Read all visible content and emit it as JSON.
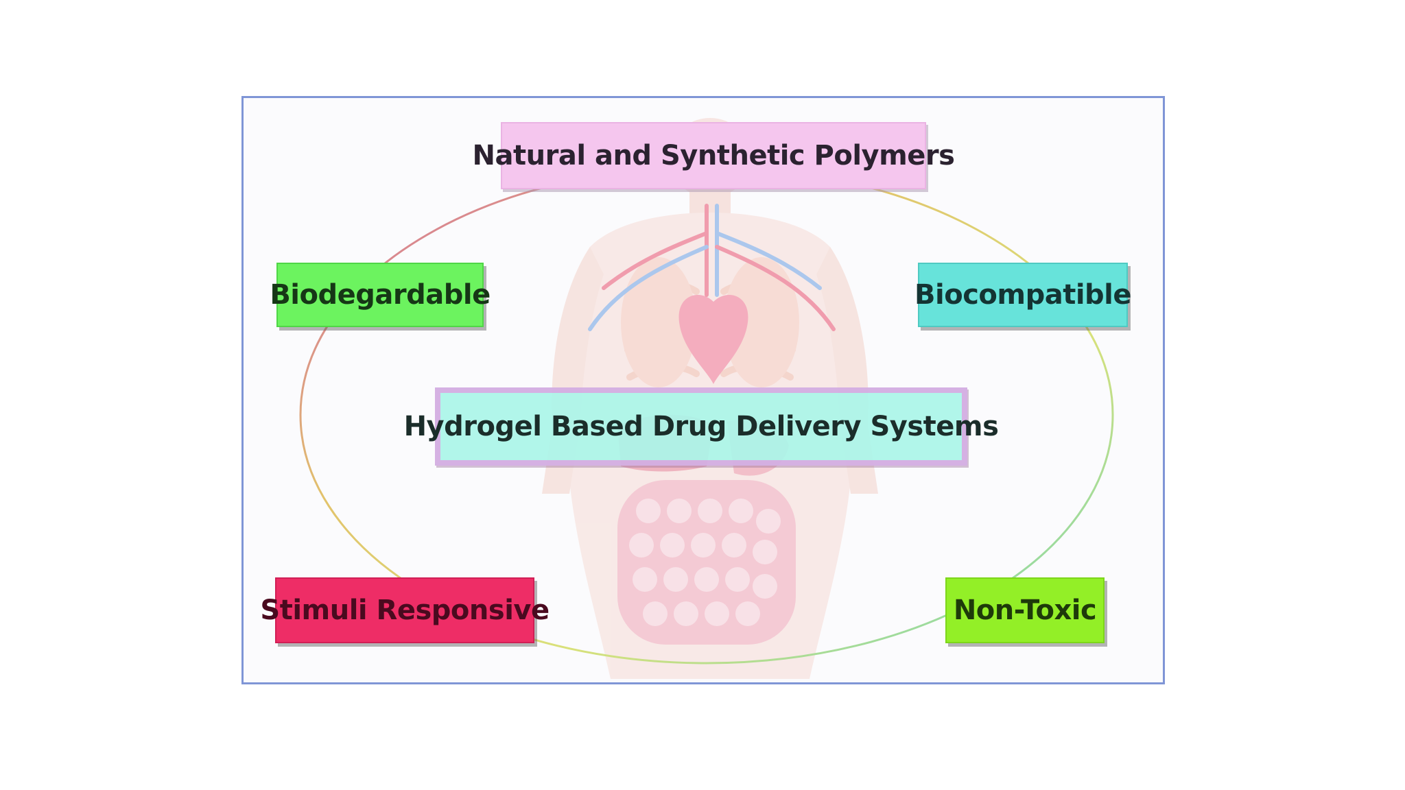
{
  "diagram": {
    "top_box": "Natural and Synthetic Polymers",
    "left_upper_box": "Biodegardable",
    "right_upper_box": "Biocompatible",
    "center_box": "Hydrogel Based Drug Delivery Systems",
    "left_lower_box": "Stimuli Responsive",
    "right_lower_box": "Non-Toxic"
  },
  "colors": {
    "frame_border": "#7f95d6",
    "top_box": "#f5c6ee",
    "biodegradable": "#6cf35f",
    "biocompatible": "#67e3da",
    "center_box": "#aaf5e8",
    "center_border": "#f278dc",
    "stimuli_responsive": "#ee2d66",
    "non_toxic": "#93ef27"
  },
  "background_illustration": "human-torso-anatomy"
}
